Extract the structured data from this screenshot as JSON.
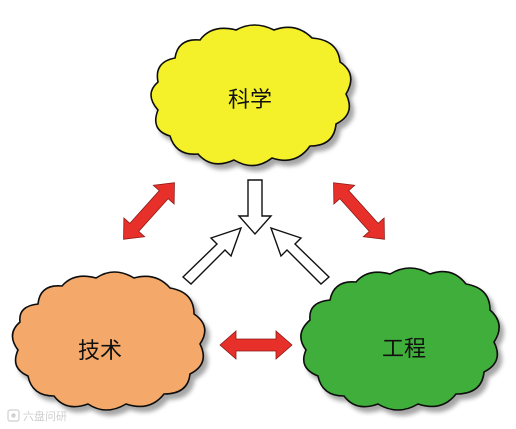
{
  "clouds": {
    "science": {
      "label": "科学",
      "color": "#f4f12b"
    },
    "technology": {
      "label": "技术",
      "color": "#f4a96a"
    },
    "engineering": {
      "label": "工程",
      "color": "#3fae3a"
    }
  },
  "arrow_colors": {
    "double": "#e8302a",
    "hollow": "#ffffff"
  },
  "watermark": {
    "text": "六盘问研"
  }
}
